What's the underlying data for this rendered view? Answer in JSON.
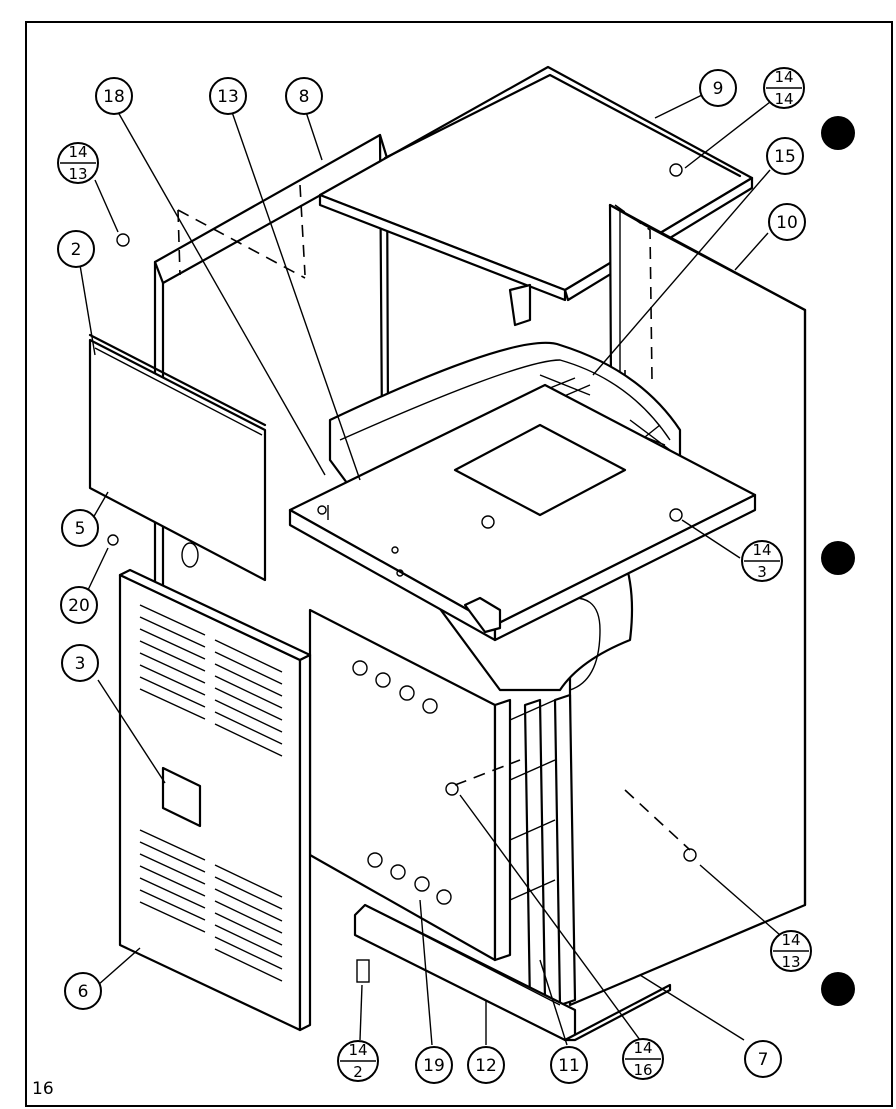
{
  "page_number": "16",
  "callouts": {
    "c18": "18",
    "c13": "13",
    "c8": "8",
    "c9": "9",
    "c15": "15",
    "c10": "10",
    "c2": "2",
    "c5": "5",
    "c20": "20",
    "c3": "3",
    "c6": "6",
    "c19": "19",
    "c12": "12",
    "c11": "11",
    "c7": "7"
  },
  "fractions": {
    "f_top_right": {
      "num": "14",
      "den": "14"
    },
    "f_top_left": {
      "num": "14",
      "den": "13"
    },
    "f_mid_right": {
      "num": "14",
      "den": "3"
    },
    "f_low_right": {
      "num": "14",
      "den": "13"
    },
    "f_bottom_a": {
      "num": "14",
      "den": "2"
    },
    "f_bottom_b": {
      "num": "14",
      "den": "16"
    }
  }
}
